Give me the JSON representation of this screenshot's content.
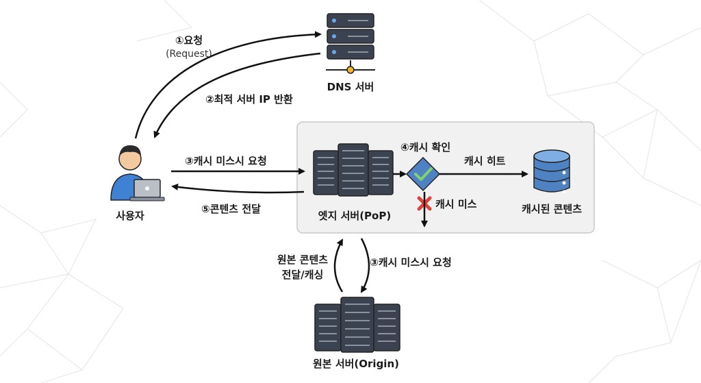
{
  "colors": {
    "background": "#ffffff",
    "panel": "#f1f1f2",
    "panel_border": "#c9c9cc",
    "server_dark": "#3b4250",
    "server_light": "#5d6676",
    "led_blue": "#6aa8e8",
    "db_blue": "#4f82c2",
    "check_green": "#3fa34d",
    "miss_red": "#e0413a",
    "user_blue": "#3f82d4",
    "arrow": "#111111"
  },
  "nodes": {
    "dns": {
      "label": "DNS 서버",
      "icon": "server-rack-icon"
    },
    "user": {
      "label": "사용자",
      "icon": "user-laptop-icon"
    },
    "edge": {
      "label": "엣지 서버(PoP)",
      "icon": "server-cluster-icon"
    },
    "cache_check": {
      "label": "④캐시 확인",
      "icon": "diamond-check-icon"
    },
    "cached": {
      "label": "캐시된 콘텐츠",
      "icon": "database-icon"
    },
    "origin": {
      "label": "원본 서버(Origin)",
      "icon": "server-cluster-icon"
    }
  },
  "edges": {
    "request": {
      "label": "①요청",
      "sublabel": "(Request)"
    },
    "dns_return": {
      "label": "②최적 서버 IP 반환"
    },
    "miss_request": {
      "label": "③캐시 미스시 요청"
    },
    "deliver": {
      "label": "⑤콘텐츠 전달"
    },
    "cache_hit": {
      "label": "캐시 히트"
    },
    "cache_miss": {
      "label": "캐시 미스"
    },
    "origin_request": {
      "label": "③캐시 미스시 요청"
    },
    "origin_return": {
      "line1": "원본 콘텐츠",
      "line2": "전달/캐싱"
    }
  }
}
